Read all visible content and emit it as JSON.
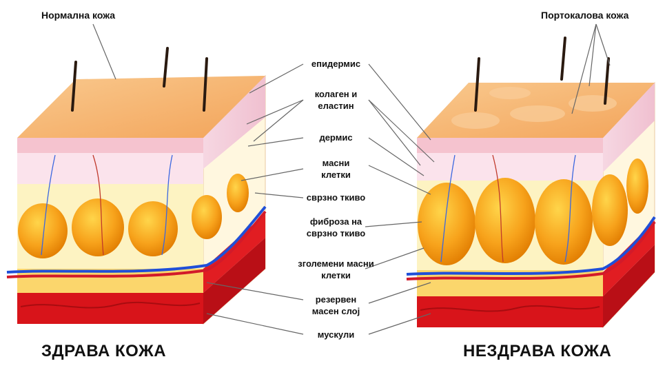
{
  "titles": {
    "normal_skin": "Нормална кожа",
    "orange_skin": "Портокалова кожа",
    "healthy_skin": "ЗДРАВА КОЖА",
    "unhealthy_skin": "НЕЗДРАВА КОЖА"
  },
  "labels": {
    "epidermis": "епидермис",
    "collagen": "колаген и\nеластин",
    "dermis": "дермис",
    "fat_cells": "масни\nклетки",
    "connective_tissue": "сврзно ткиво",
    "fibrosis": "фиброза на\nсврзно ткиво",
    "enlarged_fat_cells": "зголемени масни\nклетки",
    "reserve_fat": "резервен\nмасен слој",
    "muscles": "мускули"
  },
  "colors": {
    "skin_top": "#f7b470",
    "epidermis": "#f5c9d4",
    "dermis": "#fbe2ec",
    "fat_layer": "#fdf3c2",
    "fat_cell": "#f7a21b",
    "muscle": "#d8141a",
    "vein": "#1f4fd8",
    "artery": "#d21a2a"
  }
}
